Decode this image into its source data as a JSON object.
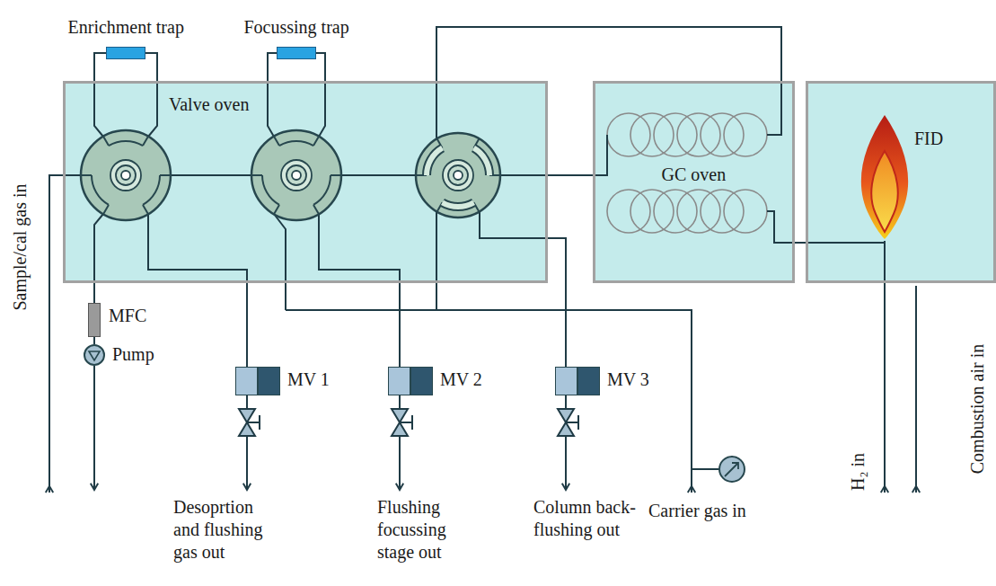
{
  "diagram": {
    "nodes": [
      {
        "text": [
          "Enrichment trap"
        ]
      },
      {
        "text": [
          "Focussing trap"
        ]
      },
      {
        "text": [
          "Valve oven"
        ]
      },
      {
        "text": [
          "GC oven"
        ]
      },
      {
        "text": [
          "FID"
        ]
      },
      {
        "text": [
          "MFC"
        ]
      },
      {
        "text": [
          "Pump"
        ]
      },
      {
        "text": [
          "MV 1"
        ]
      },
      {
        "text": [
          "MV 2"
        ]
      },
      {
        "text": [
          "MV 3"
        ]
      }
    ],
    "edges": [
      {
        "from": 0,
        "to": 2,
        "arrow": "none"
      },
      {
        "from": 1,
        "to": 2,
        "arrow": "none"
      },
      {
        "from": 2,
        "to": 3,
        "arrow": "none"
      },
      {
        "from": 2,
        "to": 3,
        "arrow": "none"
      },
      {
        "from": 3,
        "to": 4,
        "arrow": "none"
      },
      {
        "from": 2,
        "to": 5,
        "arrow": "none"
      },
      {
        "from": 5,
        "to": 6,
        "arrow": "none"
      },
      {
        "from": 2,
        "to": 7,
        "arrow": "none"
      },
      {
        "from": 2,
        "to": 8,
        "arrow": "none"
      },
      {
        "from": 2,
        "to": 9,
        "arrow": "none"
      }
    ],
    "labels": [
      "Sample/cal gas in",
      "Desoprtion and flushing gas out",
      "Flushing focussing stage out",
      "Column back-flushing out",
      "Carrier gas in",
      "H₂ in",
      "Combustion air in"
    ]
  }
}
